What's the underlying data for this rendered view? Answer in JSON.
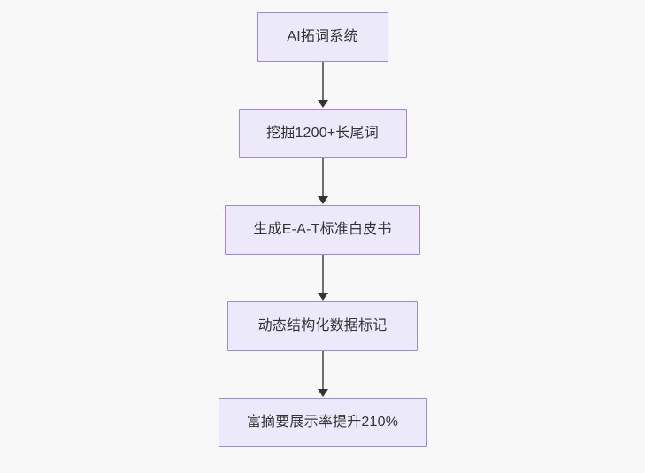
{
  "diagram": {
    "type": "flowchart",
    "direction": "top-to-bottom",
    "background_color": "#f8f8f8",
    "node_fill_color": "#ece9fb",
    "node_border_color": "#a387d6",
    "node_text_color": "#333333",
    "edge_line_color": "#707070",
    "edge_arrow_color": "#333333",
    "nodes": [
      {
        "id": "node-1",
        "label": "AI拓词系统"
      },
      {
        "id": "node-2",
        "label": "挖掘1200+长尾词"
      },
      {
        "id": "node-3",
        "label": "生成E-A-T标准白皮书"
      },
      {
        "id": "node-4",
        "label": "动态结构化数据标记"
      },
      {
        "id": "node-5",
        "label": "富摘要展示率提升210%"
      }
    ],
    "edges": [
      {
        "id": "edge-1",
        "from": "node-1",
        "to": "node-2",
        "label": ""
      },
      {
        "id": "edge-2",
        "from": "node-2",
        "to": "node-3",
        "label": ""
      },
      {
        "id": "edge-3",
        "from": "node-3",
        "to": "node-4",
        "label": ""
      },
      {
        "id": "edge-4",
        "from": "node-4",
        "to": "node-5",
        "label": ""
      }
    ]
  }
}
